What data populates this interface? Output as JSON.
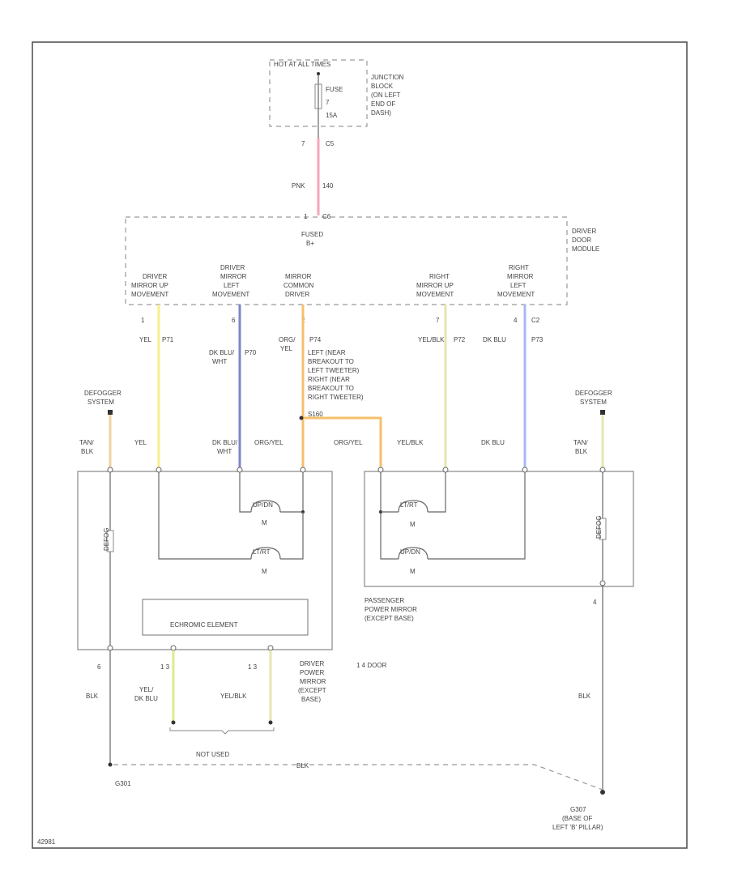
{
  "colors": {
    "pink": "#f4a6b8",
    "yellow": "#f6f08a",
    "dark_blue": "#7d86c8",
    "orange_yellow": "#f5c06a",
    "yellow_black": "#e6e6b0",
    "light_blue": "#a9b8ef",
    "tan_black": "#f3cfa0",
    "green_yellow": "#dcec8a"
  },
  "fuse_block": {
    "header": "HOT AT ALL TIMES",
    "fuse_label": "FUSE",
    "fuse_number": "7",
    "fuse_rating": "15A",
    "location": [
      "JUNCTION",
      "BLOCK",
      "(ON LEFT",
      "END OF",
      "DASH)"
    ],
    "pin": "7",
    "connector": "C5",
    "wire_color": "PNK",
    "circuit": "140"
  },
  "driver_door_module": {
    "name": [
      "DRIVER",
      "DOOR",
      "MODULE"
    ],
    "input_pin": "1",
    "input_connector": "C6",
    "fused_label": [
      "FUSED",
      "B+"
    ],
    "outputs": [
      {
        "label": [
          "DRIVER",
          "MIRROR UP",
          "MOVEMENT"
        ],
        "pin": "1",
        "wire": "YEL",
        "circuit": "P71"
      },
      {
        "label": [
          "DRIVER",
          "MIRROR",
          "LEFT",
          "MOVEMENT"
        ],
        "pin": "6",
        "wire": "DK BLU/",
        "wire2": "WHT",
        "circuit": "P70"
      },
      {
        "label": [
          "MIRROR",
          "COMMON",
          "DRIVER"
        ],
        "pin": "2",
        "wire": "ORG/",
        "wire2": "YEL",
        "circuit": "P74"
      },
      {
        "label": [
          "RIGHT",
          "MIRROR UP",
          "MOVEMENT"
        ],
        "pin": "7",
        "wire": "YEL/BLK",
        "circuit": "P72"
      },
      {
        "label": [
          "RIGHT",
          "MIRROR",
          "LEFT",
          "MOVEMENT"
        ],
        "pin": "4",
        "connector": "C2",
        "wire": "DK BLU",
        "circuit": "P73"
      }
    ]
  },
  "splice_note": [
    "LEFT (NEAR",
    "BREAKOUT TO",
    "LEFT TWEETER)",
    "RIGHT (NEAR",
    "BREAKOUT TO",
    "RIGHT TWEETER)",
    "S160"
  ],
  "defogger_left": {
    "label": [
      "DEFOGGER",
      "SYSTEM"
    ],
    "wire": "TAN/",
    "wire2": "BLK"
  },
  "defogger_right": {
    "label": [
      "DEFOGGER",
      "SYSTEM"
    ],
    "wire": "TAN/",
    "wire2": "BLK"
  },
  "driver_mirror": {
    "wires": [
      {
        "wire": "YEL"
      },
      {
        "wire": "DK BLU/",
        "wire2": "WHT"
      },
      {
        "wire": "ORG/YEL"
      }
    ],
    "motor_updown": {
      "label": "UP/DN",
      "m": "M"
    },
    "motor_leftright": {
      "label": "LT/RT",
      "m": "M"
    },
    "heater_label": "DEFOG",
    "electrochromic": "ECHROMIC ELEMENT",
    "bottom_pins": [
      "6",
      "1  3",
      "1  3"
    ],
    "bottom_wires": [
      {
        "wire": "BLK"
      },
      {
        "wire": "YEL/",
        "wire2": "DK BLU"
      },
      {
        "wire": "YEL/BLK"
      }
    ],
    "name": [
      "DRIVER",
      "POWER",
      "MIRROR",
      "(EXCEPT",
      "BASE)"
    ],
    "note": "1    4 DOOR",
    "not_used": "NOT USED"
  },
  "passenger_mirror": {
    "wires": [
      {
        "wire": "ORG/YEL"
      },
      {
        "wire": "YEL/BLK"
      },
      {
        "wire": "DK BLU"
      }
    ],
    "motor_leftright": {
      "label": "LT/RT",
      "m": "M"
    },
    "motor_updown": {
      "label": "UP/DN",
      "m": "M"
    },
    "heater_label": "DEFOG",
    "name": [
      "PASSENGER",
      "POWER MIRROR",
      "(EXCEPT BASE)"
    ],
    "bottom_pin": "4",
    "bottom_wire": "BLK"
  },
  "grounds": {
    "left_label": "G301",
    "right_label": [
      "G307",
      "(BASE OF",
      "LEFT 'B' PILLAR)"
    ],
    "wire_label": "BLK"
  },
  "diagram_id": "42981"
}
